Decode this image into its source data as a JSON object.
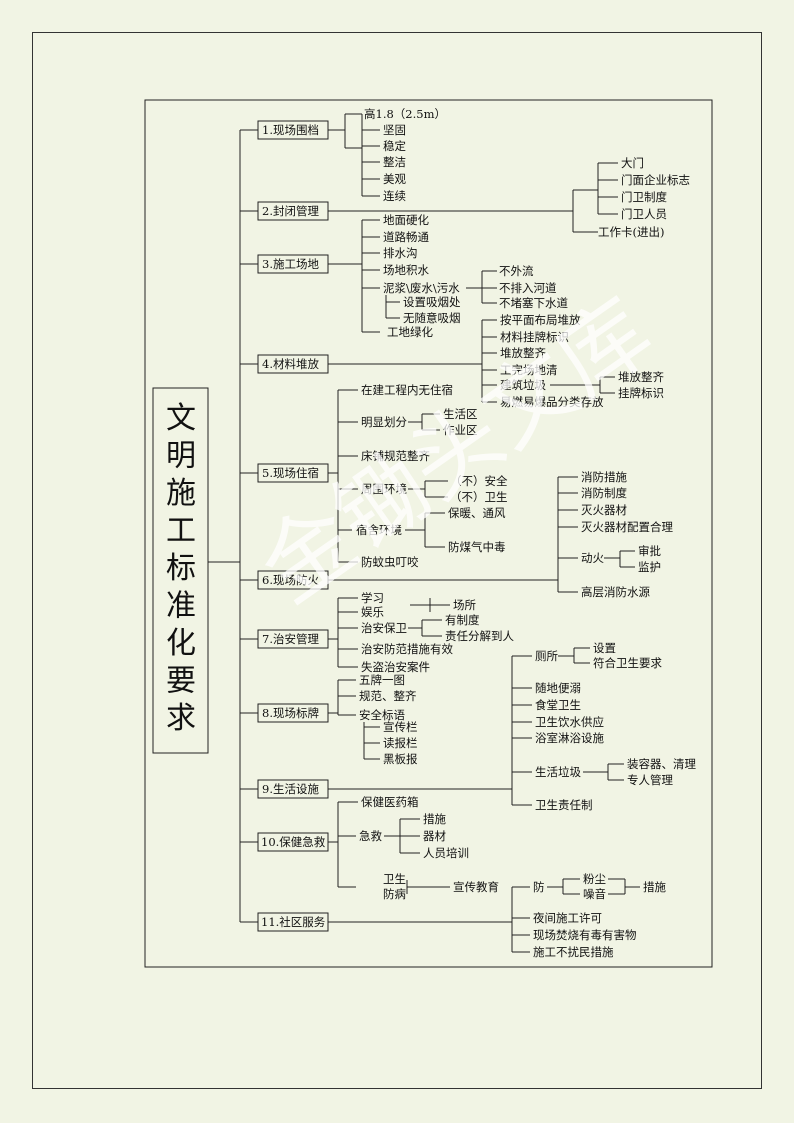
{
  "diagram": {
    "title": "文明施工标准化要求",
    "nodes": {
      "b1": "1.现场围档",
      "b1_1": "高1.8（2.5m）",
      "b1_2": "坚固",
      "b1_3": "稳定",
      "b1_4": "整洁",
      "b1_5": "美观",
      "b1_6": "连续",
      "b2": "2.封闭管理",
      "b2_1": "大门",
      "b2_2": "门面企业标志",
      "b2_3": "门卫制度",
      "b2_4": "门卫人员",
      "b2_5": "工作卡(进出)",
      "b3": "3.施工场地",
      "b3_1": "地面硬化",
      "b3_2": "道路畅通",
      "b3_3": "排水沟",
      "b3_4": "场地积水",
      "b3_5": "泥浆\\废水\\污水",
      "b3_5a": "不外流",
      "b3_5b": "不排入河道",
      "b3_5c": "不堵塞下水道",
      "b3_6": "设置吸烟处",
      "b3_7": "无随意吸烟",
      "b3_8": "工地绿化",
      "b4": "4.材料堆放",
      "b4_1": "按平面布局堆放",
      "b4_2": "材料挂牌标识",
      "b4_3": "堆放整齐",
      "b4_4": "工完场地清",
      "b4_5": "建筑垃圾",
      "b4_5a": "堆放整齐",
      "b4_5b": "挂牌标识",
      "b4_6": "易燃易爆品分类存放",
      "b5": "5.现场住宿",
      "b5_1": "在建工程内无住宿",
      "b5_2": "明显划分",
      "b5_2a": "生活区",
      "b5_2b": "作业区",
      "b5_3": "床铺规范整齐",
      "b5_4": "周围环境",
      "b5_4a": "（不）安全",
      "b5_4b": "（不）卫生",
      "b5_5": "宿舍环境",
      "b5_5a": "保暖、通风",
      "b5_5b": "防煤气中毒",
      "b5_6": "防蚊虫叮咬",
      "b6": "6.现场防火",
      "b6_1": "消防措施",
      "b6_2": "消防制度",
      "b6_3": "灭火器材",
      "b6_4": "灭火器材配置合理",
      "b6_5": "动火",
      "b6_5a": "审批",
      "b6_5b": "监护",
      "b6_6": "高层消防水源",
      "b7": "7.治安管理",
      "b7_1": "学习",
      "b7_2": "娱乐",
      "b7_2a": "场所",
      "b7_3": "治安保卫",
      "b7_3a": "有制度",
      "b7_3b": "责任分解到人",
      "b7_4": "治安防范措施有效",
      "b7_5": "失盗治安案件",
      "b8": "8.现场标牌",
      "b8_1": "五牌一图",
      "b8_2": "规范、整齐",
      "b8_3": "安全标语",
      "b8_4": "宣传栏",
      "b8_5": "读报栏",
      "b8_6": "黑板报",
      "b9": "9.生活设施",
      "b9_1": "厕所",
      "b9_1a": "设置",
      "b9_1b": "符合卫生要求",
      "b9_2": "随地便溺",
      "b9_3": "食堂卫生",
      "b9_4": "卫生饮水供应",
      "b9_5": "浴室淋浴设施",
      "b9_6": "生活垃圾",
      "b9_6a": "装容器、清理",
      "b9_6b": "专人管理",
      "b9_7": "卫生责任制",
      "b10": "10.保健急救",
      "b10_1": "保健医药箱",
      "b10_2": "急救",
      "b10_2a": "措施",
      "b10_2b": "器材",
      "b10_2c": "人员培训",
      "b10_3": "卫生",
      "b10_4": "防病",
      "b10_3a": "宣传教育",
      "b11": "11.社区服务",
      "b11_1": "防",
      "b11_1a": "粉尘",
      "b11_1b": "噪音",
      "b11_1c": "措施",
      "b11_2": "夜间施工许可",
      "b11_3": "现场焚烧有毒有害物",
      "b11_4": "施工不扰民措施"
    }
  },
  "watermark": "金锄头文库"
}
